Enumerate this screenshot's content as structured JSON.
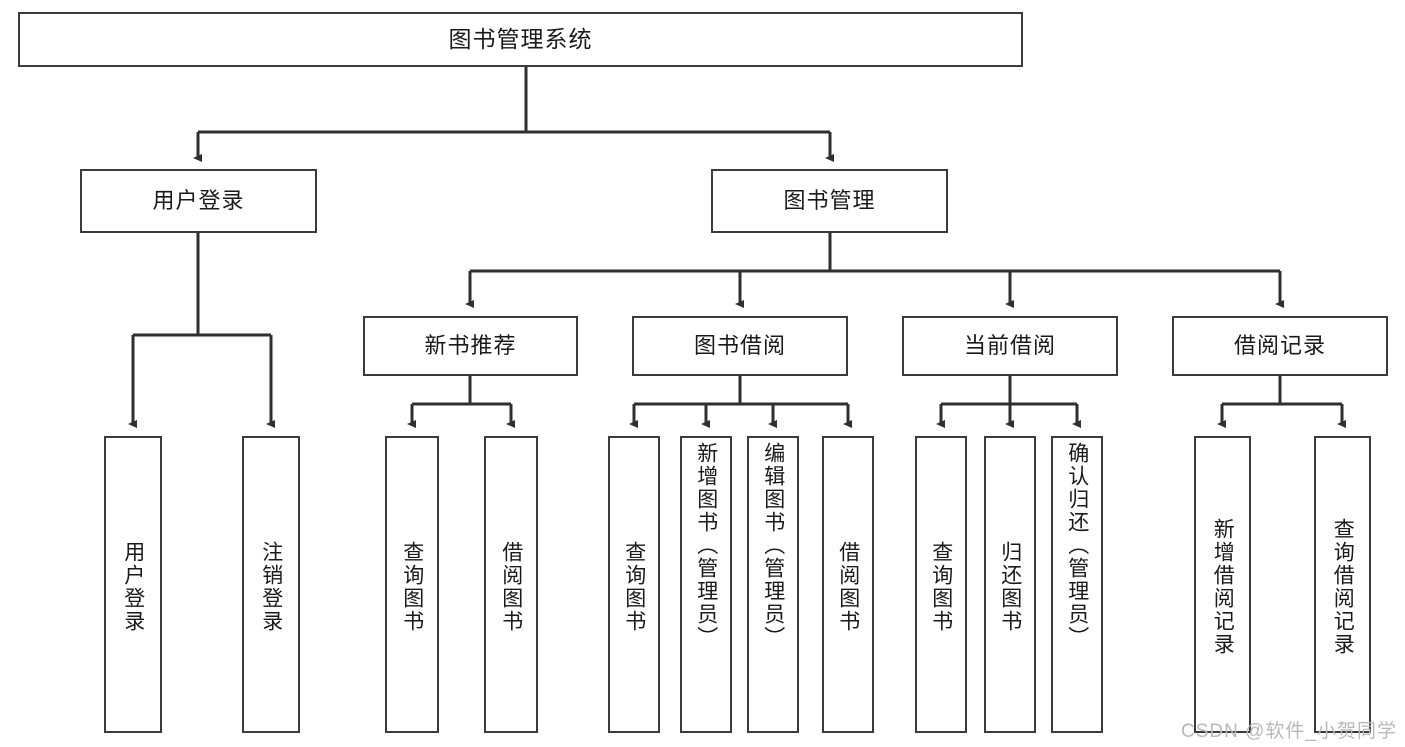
{
  "diagram": {
    "title": "图书管理系统",
    "type": "tree",
    "watermark": "CSDN @软件_小贺同学",
    "colors": {
      "box_border": "#3b3b3b",
      "box_fill": "#ffffff",
      "connector": "#2f2f2f",
      "text": "#1a1a1a",
      "watermark": "#b9b9b9"
    },
    "levels": {
      "root": "图书管理系统",
      "level2": [
        "用户登录",
        "图书管理"
      ],
      "level3": [
        "新书推荐",
        "图书借阅",
        "当前借阅",
        "借阅记录"
      ]
    },
    "nodes": {
      "root": {
        "label": "图书管理系统"
      },
      "user_login": {
        "label": "用户登录"
      },
      "book_manage": {
        "label": "图书管理"
      },
      "new_book_rec": {
        "label": "新书推荐"
      },
      "book_borrow": {
        "label": "图书借阅"
      },
      "current_borrow": {
        "label": "当前借阅"
      },
      "borrow_record": {
        "label": "借阅记录"
      }
    },
    "leaves": {
      "user_login": [
        {
          "label": "用户登录"
        },
        {
          "label": "注销登录"
        }
      ],
      "new_book_rec": [
        {
          "label": "查询图书"
        },
        {
          "label": "借阅图书"
        }
      ],
      "book_borrow": [
        {
          "label": "查询图书"
        },
        {
          "label": "新增图书（管理员）"
        },
        {
          "label": "编辑图书（管理员）"
        },
        {
          "label": "借阅图书"
        }
      ],
      "current_borrow": [
        {
          "label": "查询图书"
        },
        {
          "label": "归还图书"
        },
        {
          "label": "确认归还（管理员）"
        }
      ],
      "borrow_record": [
        {
          "label": "新增借阅记录"
        },
        {
          "label": "查询借阅记录"
        }
      ]
    }
  }
}
